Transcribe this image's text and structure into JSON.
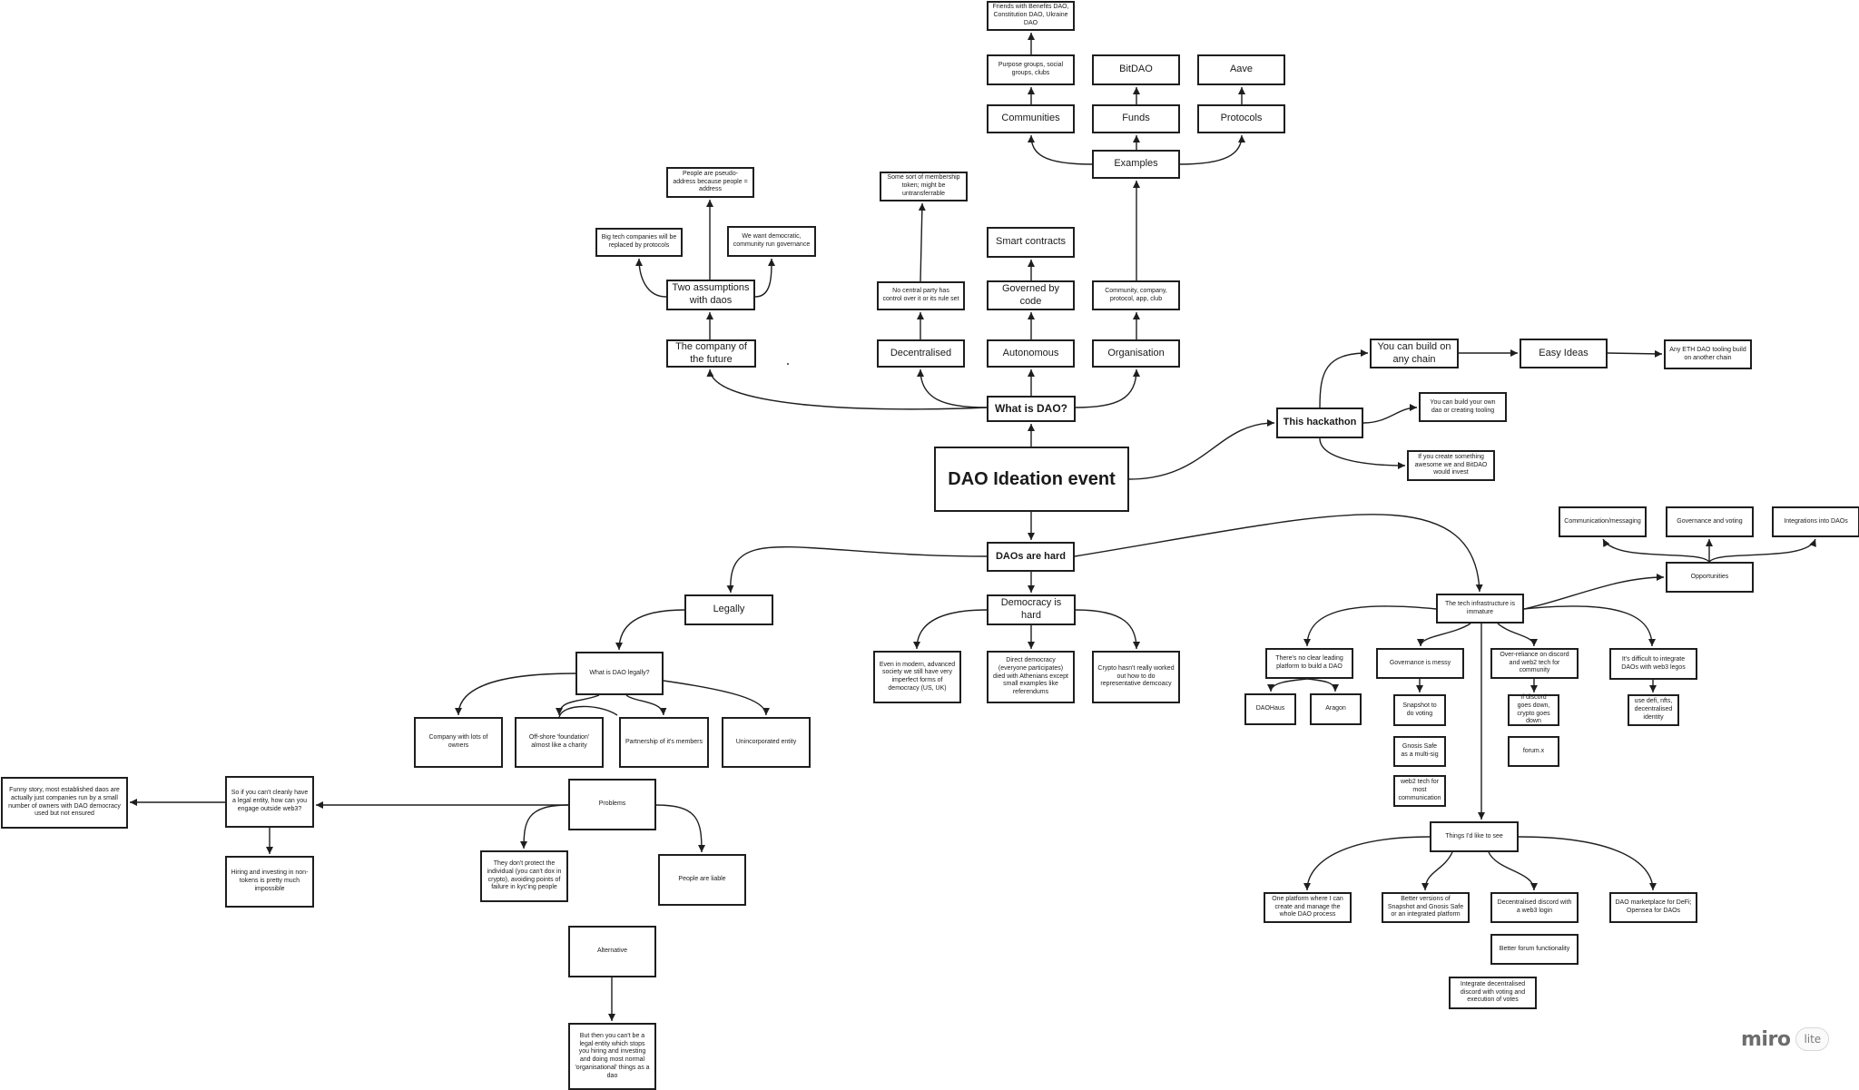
{
  "nodes": [
    {
      "id": "main",
      "label": "DAO Ideation event"
    },
    {
      "id": "what_is",
      "label": "What is DAO?"
    },
    {
      "id": "company_future",
      "label": "The company of the future"
    },
    {
      "id": "two_assumptions",
      "label": "Two assumptions with daos"
    },
    {
      "id": "big_tech",
      "label": "Big tech companies will be replaced by protocols"
    },
    {
      "id": "pseudo_address",
      "label": "People are pseudo-address because people = address"
    },
    {
      "id": "democratic",
      "label": "We want democratic, community run governance"
    },
    {
      "id": "decentralised",
      "label": "Decentralised"
    },
    {
      "id": "no_central",
      "label": "No central party has control over it or its rule set"
    },
    {
      "id": "membership",
      "label": "Some sort of membership token; might be untransferrable"
    },
    {
      "id": "autonomous",
      "label": "Autonomous"
    },
    {
      "id": "governed",
      "label": "Governed by code"
    },
    {
      "id": "smart",
      "label": "Smart contracts"
    },
    {
      "id": "organisation",
      "label": "Organisation"
    },
    {
      "id": "community_co",
      "label": "Community, company, protocol, app, club"
    },
    {
      "id": "examples",
      "label": "Examples"
    },
    {
      "id": "communities",
      "label": "Communities"
    },
    {
      "id": "purpose",
      "label": "Purpose groups, social groups, clubs"
    },
    {
      "id": "friends",
      "label": "Friends with Benefits DAO, Constitution DAO, Ukraine DAO"
    },
    {
      "id": "funds",
      "label": "Funds"
    },
    {
      "id": "bitdao",
      "label": "BitDAO"
    },
    {
      "id": "protocols",
      "label": "Protocols"
    },
    {
      "id": "aave",
      "label": "Aave"
    },
    {
      "id": "hackathon",
      "label": "This hackathon"
    },
    {
      "id": "any_chain",
      "label": "You can build on any chain"
    },
    {
      "id": "easy_ideas",
      "label": "Easy Ideas"
    },
    {
      "id": "eth_tooling",
      "label": "Any ETH DAO tooling build on another chain"
    },
    {
      "id": "own_dao",
      "label": "You can build your own dao or creating tooling"
    },
    {
      "id": "awesome",
      "label": "If you create something awesome we and BitDAO would invest"
    },
    {
      "id": "hard",
      "label": "DAOs are hard"
    },
    {
      "id": "legally",
      "label": "Legally"
    },
    {
      "id": "what_legal",
      "label": "What is DAO legally?"
    },
    {
      "id": "company_owners",
      "label": "Company with lots of owners"
    },
    {
      "id": "offshore",
      "label": "Off-shore 'foundation' almost like a charity"
    },
    {
      "id": "partnership",
      "label": "Partnership of it's members"
    },
    {
      "id": "unincorporated",
      "label": "Unincorporated entity"
    },
    {
      "id": "problems",
      "label": "Problems"
    },
    {
      "id": "cant_legal",
      "label": "So if you can't cleanly have a legal entity, how can you engage outside web3?"
    },
    {
      "id": "funny",
      "label": "Funny story, most established daos are actually just companies run by a small number of owners with DAO democracy used but not ensured"
    },
    {
      "id": "hiring",
      "label": "Hiring and investing in non-tokens is pretty much impossible"
    },
    {
      "id": "protect",
      "label": "They don't protect the individual (you can't dox in crypto), avoiding points of failure in kyc'ing people"
    },
    {
      "id": "liable",
      "label": "People are liable"
    },
    {
      "id": "alternative",
      "label": "Alternative"
    },
    {
      "id": "but_then",
      "label": "But then you can't be a legal entity which stops you hiring and investing and doing most normal 'organisational' things as a dao"
    },
    {
      "id": "democracy",
      "label": "Democracy is hard"
    },
    {
      "id": "modern",
      "label": "Even in modern, advanced society we still have very imperfect forms of democracy (US, UK)"
    },
    {
      "id": "direct",
      "label": "Direct democracy (everyone participates) died with Athenians except small examples like referendums"
    },
    {
      "id": "crypto_rep",
      "label": "Crypto hasn't really worked out how to do representative demcoacy"
    },
    {
      "id": "tech_infra",
      "label": "The tech infrastructure is immature"
    },
    {
      "id": "no_platform",
      "label": "There's no clear leading platform to build a DAO"
    },
    {
      "id": "daohaus",
      "label": "DAOHaus"
    },
    {
      "id": "aragon",
      "label": "Aragon"
    },
    {
      "id": "gov_messy",
      "label": "Governance is messy"
    },
    {
      "id": "snapshot",
      "label": "Snapshot to do voting"
    },
    {
      "id": "gnosis",
      "label": "Gnosis Safe as a multi-sig"
    },
    {
      "id": "web2",
      "label": "web2 tech for most communication"
    },
    {
      "id": "over_reliance",
      "label": "Over-reliance on discord and web2 tech for community"
    },
    {
      "id": "discord_down",
      "label": "If discord goes down, crypto goes down"
    },
    {
      "id": "forum",
      "label": "forum.x"
    },
    {
      "id": "difficult",
      "label": "It's difficult to integrate DAOs with web3 legos"
    },
    {
      "id": "defi",
      "label": "use defi, nfts, decentralised identity"
    },
    {
      "id": "opportunities",
      "label": "Opportunities"
    },
    {
      "id": "comm_msg",
      "label": "Communication/messaging"
    },
    {
      "id": "gov_voting",
      "label": "Governance and voting"
    },
    {
      "id": "integrations",
      "label": "Integrations into DAOs"
    },
    {
      "id": "things",
      "label": "Things I'd like to see"
    },
    {
      "id": "one_platform",
      "label": "One platform where I can create and manage the whole DAO process"
    },
    {
      "id": "better_versions",
      "label": "Better versions of Snapshot and Gnosis Safe or an integrated platform"
    },
    {
      "id": "decent_discord",
      "label": "Decentralised discord with a web3 login"
    },
    {
      "id": "better_forum",
      "label": "Better forum functionality"
    },
    {
      "id": "integrate_discord",
      "label": "Integrate decentralised discord with voting and execution of votes"
    },
    {
      "id": "marketplace",
      "label": "DAO marketplace for DeFi; Opensea for DAOs"
    }
  ],
  "branding": {
    "wordmark": "miro",
    "badge": "lite"
  },
  "colors": {
    "stroke": "#1e1e1e",
    "background": "#ffffff"
  }
}
